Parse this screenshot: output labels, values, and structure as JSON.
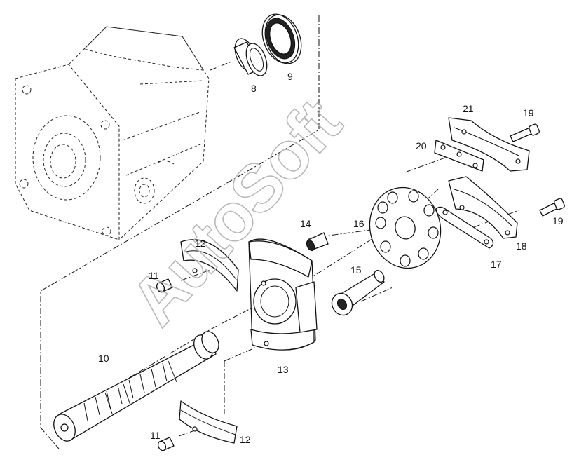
{
  "watermark": "AutoSoft",
  "callouts": {
    "c8": "8",
    "c9": "9",
    "c10": "10",
    "c11a": "11",
    "c11b": "11",
    "c12a": "12",
    "c12b": "12",
    "c13": "13",
    "c14": "14",
    "c15": "15",
    "c16": "16",
    "c17": "17",
    "c18": "18",
    "c19a": "19",
    "c19b": "19",
    "c20": "20",
    "c21": "21"
  }
}
